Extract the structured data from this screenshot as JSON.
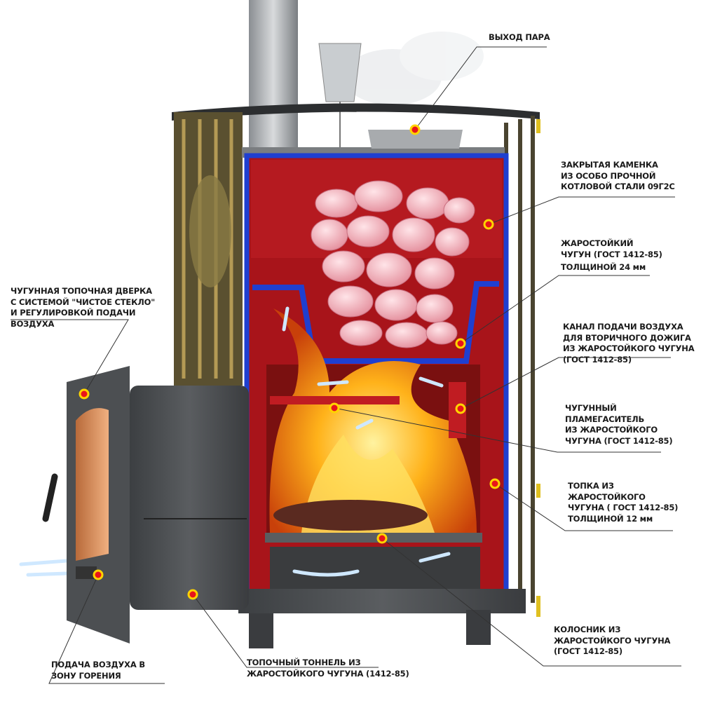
{
  "labels": {
    "steam_outlet": [
      "ВЫХОД ПАРА"
    ],
    "closed_heater": [
      "ЗАКРЫТАЯ КАМЕНКА",
      "ИЗ ОСОБО ПРОЧНОЙ",
      "КОТЛОВОЙ СТАЛИ 09Г2С"
    ],
    "cast_iron_24": [
      "ЖАРОСТОЙКИЙ",
      "ЧУГУН (ГОСТ 1412-85)",
      "ТОЛЩИНОЙ 24 мм"
    ],
    "air_channel": [
      "КАНАЛ ПОДАЧИ ВОЗДУХА",
      "ДЛЯ ВТОРИЧНОГО ДОЖИГА",
      "ИЗ ЖАРОСТОЙКОГО ЧУГУНА",
      "(ГОСТ 1412-85)"
    ],
    "flame_arrester": [
      "ЧУГУННЫЙ",
      "ПЛАМЕГАСИТЕЛЬ",
      "ИЗ ЖАРОСТОЙКОГО",
      "ЧУГУНА (ГОСТ 1412-85)"
    ],
    "firebox": [
      "ТОПКА ИЗ",
      "ЖАРОСТОЙКОГО",
      "ЧУГУНА ( ГОСТ 1412-85)",
      "ТОЛЩИНОЙ 12 мм"
    ],
    "grate": [
      "КОЛОСНИК ИЗ",
      "ЖАРОСТОЙКОГО ЧУГУНА",
      "(ГОСТ 1412-85)"
    ],
    "tunnel": [
      "ТОПОЧНЫЙ ТОННЕЛЬ ИЗ",
      "ЖАРОСТОЙКОГО ЧУГУНА (1412-85)"
    ],
    "air_supply": [
      "ПОДАЧА ВОЗДУХА В",
      "ЗОНУ ГОРЕНИЯ"
    ],
    "door": [
      "ЧУГУННАЯ ТОПОЧНАЯ ДВЕРКА",
      "С СИСТЕМОЙ \"ЧИСТОЕ СТЕКЛО\"",
      "И РЕГУЛИРОВКОЙ ПОДАЧИ",
      "ВОЗДУХА"
    ]
  },
  "colors": {
    "outline_blue": "#1f3fd0",
    "firebox_red": "#b0151a",
    "marker_red": "#e8141b",
    "marker_yellow": "#ffd400",
    "iron_dark": "#4a4d50"
  }
}
